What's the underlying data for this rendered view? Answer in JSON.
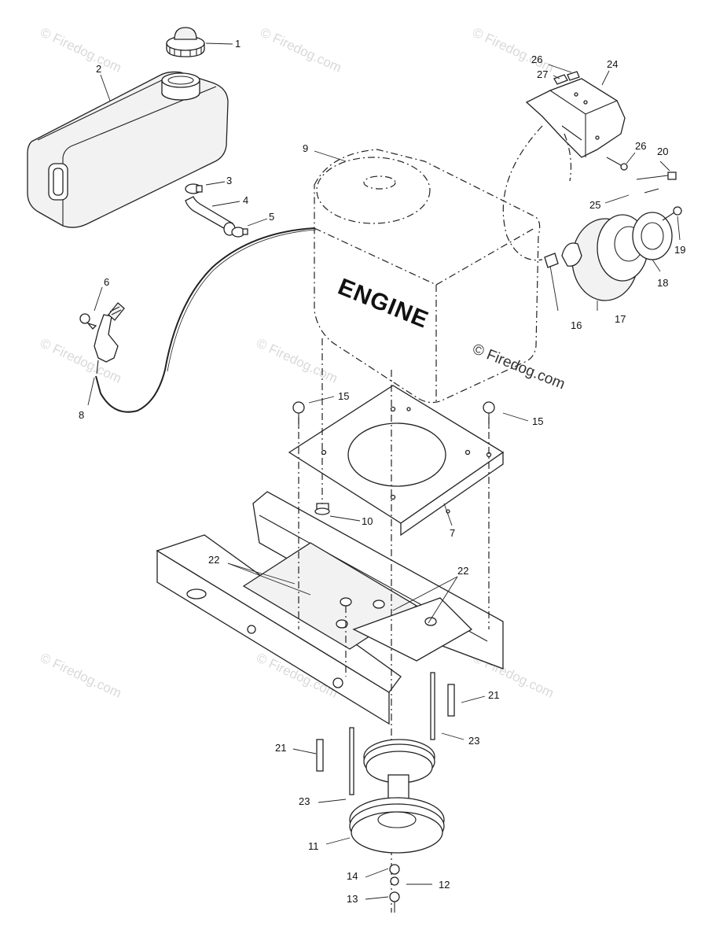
{
  "engine_label": "ENGINE",
  "copyright_mark": "© Firedog.com",
  "watermark_text": "© Firedog.com",
  "callouts": {
    "c1": "1",
    "c2": "2",
    "c3": "3",
    "c4": "4",
    "c5": "5",
    "c6": "6",
    "c7": "7",
    "c8": "8",
    "c9": "9",
    "c10": "10",
    "c11": "11",
    "c12": "12",
    "c13": "13",
    "c14": "14",
    "c15a": "15",
    "c15b": "15",
    "c16": "16",
    "c17": "17",
    "c18": "18",
    "c19": "19",
    "c20": "20",
    "c21a": "21",
    "c21b": "21",
    "c22a": "22",
    "c22b": "22",
    "c23a": "23",
    "c23b": "23",
    "c24": "24",
    "c25": "25",
    "c26a": "26",
    "c26b": "26",
    "c27": "27"
  }
}
